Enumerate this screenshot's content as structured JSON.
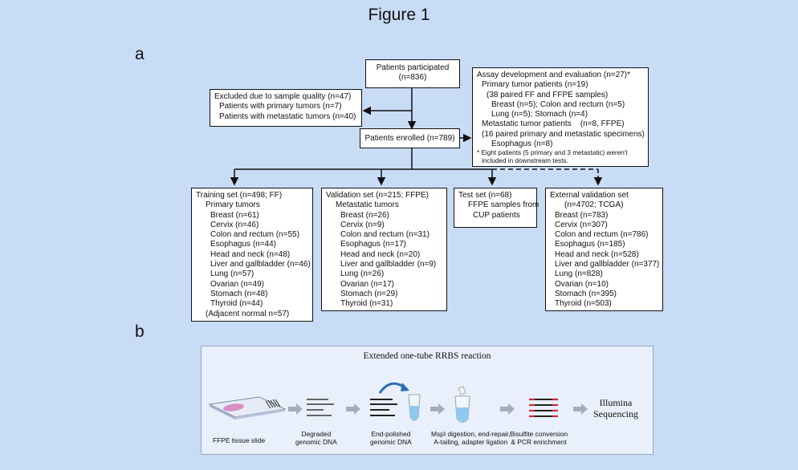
{
  "figure_title": "Figure 1",
  "panel_a_label": "a",
  "panel_b_label": "b",
  "patients_participated": {
    "line1": "Patients participated",
    "line2": "(n=836)"
  },
  "excluded": {
    "lines": [
      "Excluded due to sample quality (n=47)",
      "Patients with primary tumors (n=7)",
      "Patients with metastatic tumors (n=40)"
    ]
  },
  "enrolled": {
    "text": "Patients enrolled (n=789)"
  },
  "assay": {
    "lines": [
      "Assay development and evaluation (n=27)*",
      "Primary tumor patients (n=19)",
      "(38 paired FF and FFPE samples)",
      "Breast (n=5); Colon and rectum (n=5)",
      "Lung (n=5); Stomach (n=4)",
      "Metastatic tumor patients    (n=8, FFPE)",
      "(16 paired primary and metastatic specimens)",
      "Esophagus (n=8)"
    ],
    "footnote1": "* Eight patients (5 primary and 3 metastatic) weren't",
    "footnote2": "included in downstream tests."
  },
  "training": {
    "title": "Training set (n=498; FF)",
    "subtitle": "Primary tumors",
    "items": [
      "Breast (n=61)",
      "Cervix (n=46)",
      "Colon and rectum (n=55)",
      "Esophagus (n=44)",
      "Head and neck (n=48)",
      "Liver and gallbladder (n=46)",
      "Lung (n=57)",
      "Ovarian (n=49)",
      "Stomach (n=48)",
      "Thyroid (n=44)"
    ],
    "footer": "(Adjacent normal n=57)"
  },
  "validation": {
    "title": "Validation set (n=215; FFPE)",
    "subtitle": "Metastatic tumors",
    "items": [
      "Breast (n=26)",
      "Cervix (n=9)",
      "Colon and rectum (n=31)",
      "Esophagus (n=17)",
      "Head and neck (n=20)",
      "Liver and gallbladder (n=9)",
      "Lung (n=26)",
      "Ovarian (n=17)",
      "Stomach (n=29)",
      "Thyroid (n=31)"
    ]
  },
  "test": {
    "title": "Test set (n=68)",
    "line2": "FFPE samples from",
    "line3": "CUP patients"
  },
  "external": {
    "title": "External validation set",
    "subtitle": "(n=4702; TCGA)",
    "items": [
      "Breast (n=783)",
      "Cervix (n=307)",
      "Colon and rectum (n=786)",
      "Esophagus (n=185)",
      "Head and neck (n=528)",
      "Liver and gallbladder (n=377)",
      "Lung (n=828)",
      "Ovarian (n=10)",
      "Stomach (n=395)",
      "Thyroid (n=503)"
    ]
  },
  "panel_b": {
    "title": "Extended one-tube RRBS reaction",
    "steps": [
      {
        "l1": "FFPE tissue slide",
        "l2": ""
      },
      {
        "l1": "Degraded",
        "l2": "genomic DNA"
      },
      {
        "l1": "End-polished",
        "l2": "genomic DNA"
      },
      {
        "l1": "MspI digestion, end-repair,",
        "l2": "A-tailing, adapter ligation"
      },
      {
        "l1": "Bisulfite conversion",
        "l2": "& PCR enrichment"
      }
    ],
    "illumina1": "Illumina",
    "illumina2": "Sequencing"
  }
}
